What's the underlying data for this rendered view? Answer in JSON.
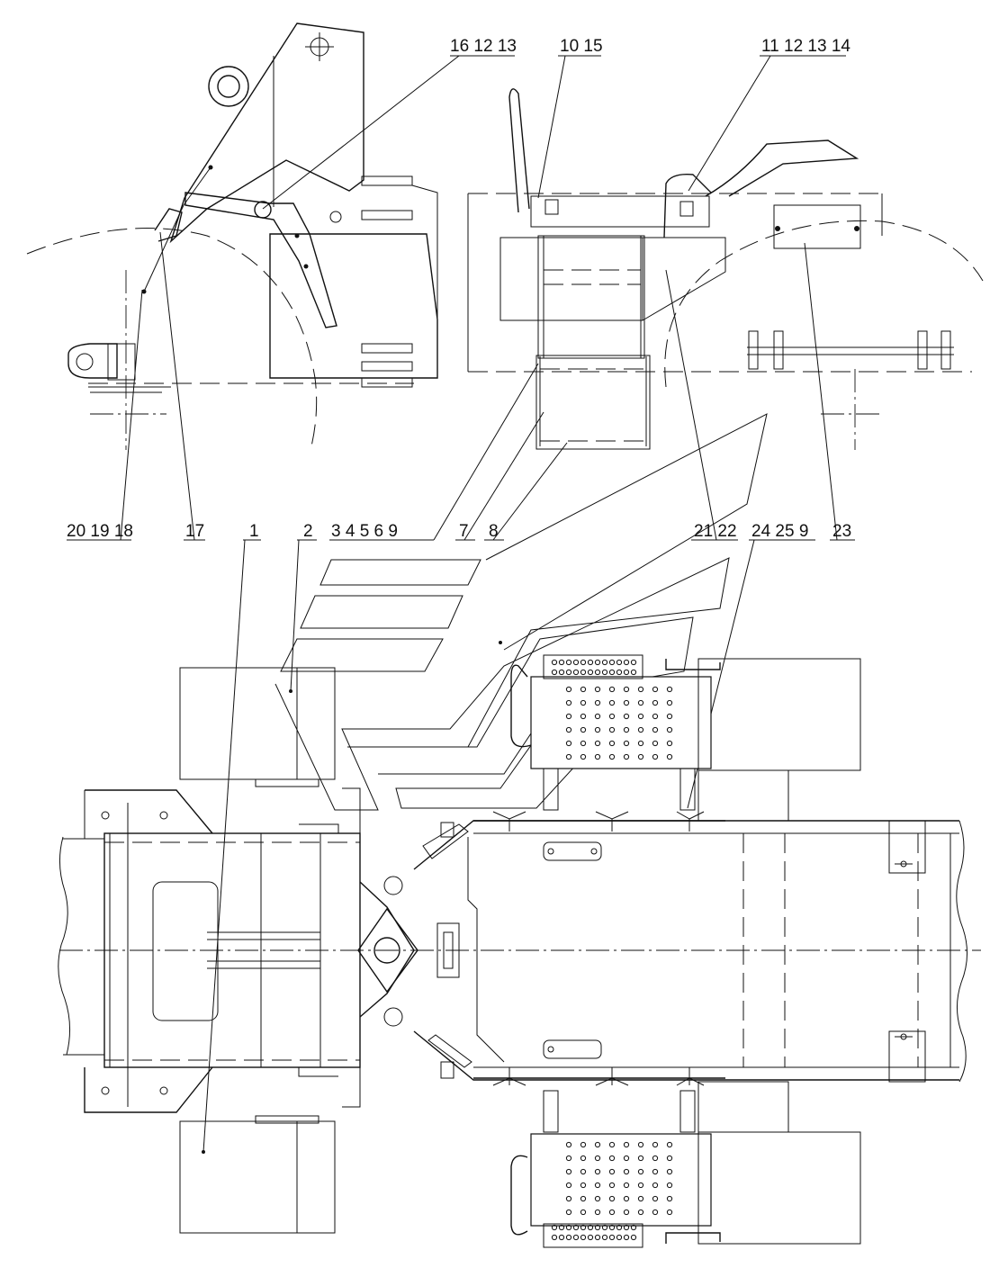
{
  "callouts": [
    {
      "id": "c-16-12-13",
      "text": "16 12 13"
    },
    {
      "id": "c-10-15",
      "text": "10 15"
    },
    {
      "id": "c-11-12-13-14",
      "text": "11 12 13 14"
    },
    {
      "id": "c-20-19-18",
      "text": "20 19 18"
    },
    {
      "id": "c-17",
      "text": "17"
    },
    {
      "id": "c-1",
      "text": "1"
    },
    {
      "id": "c-2",
      "text": "2"
    },
    {
      "id": "c-3-4-5-6-9",
      "text": "3 4 5 6 9"
    },
    {
      "id": "c-7",
      "text": "7"
    },
    {
      "id": "c-8",
      "text": "8"
    },
    {
      "id": "c-21-22",
      "text": "21 22"
    },
    {
      "id": "c-24-25-9",
      "text": "24 25 9"
    },
    {
      "id": "c-23",
      "text": "23"
    }
  ]
}
